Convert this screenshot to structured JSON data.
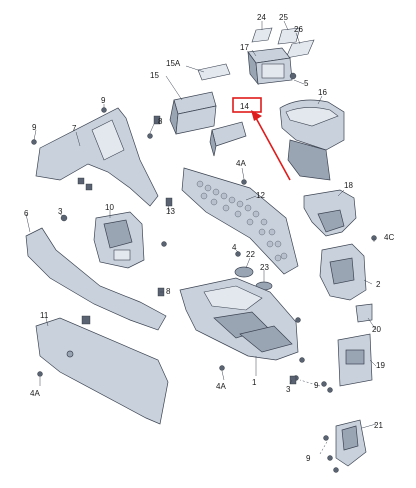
{
  "diagram": {
    "callouts": [
      {
        "id": "c24",
        "text": "24"
      },
      {
        "id": "c25",
        "text": "25"
      },
      {
        "id": "c17",
        "text": "17"
      },
      {
        "id": "c26",
        "text": "26"
      },
      {
        "id": "c15a",
        "text": "15A"
      },
      {
        "id": "c15",
        "text": "15"
      },
      {
        "id": "c5",
        "text": "5"
      },
      {
        "id": "c16",
        "text": "16"
      },
      {
        "id": "c14",
        "text": "14"
      },
      {
        "id": "c9a",
        "text": "9"
      },
      {
        "id": "c9b",
        "text": "9"
      },
      {
        "id": "c7",
        "text": "7"
      },
      {
        "id": "c8a",
        "text": "8"
      },
      {
        "id": "c4a",
        "text": "4A"
      },
      {
        "id": "c12",
        "text": "12"
      },
      {
        "id": "c18",
        "text": "18"
      },
      {
        "id": "c13",
        "text": "13"
      },
      {
        "id": "c6",
        "text": "6"
      },
      {
        "id": "c3",
        "text": "3"
      },
      {
        "id": "c10",
        "text": "10"
      },
      {
        "id": "c4c",
        "text": "4C"
      },
      {
        "id": "c4b",
        "text": "4"
      },
      {
        "id": "c22",
        "text": "22"
      },
      {
        "id": "c23",
        "text": "23"
      },
      {
        "id": "c2",
        "text": "2"
      },
      {
        "id": "c8b",
        "text": "8"
      },
      {
        "id": "c11",
        "text": "11"
      },
      {
        "id": "c20",
        "text": "20"
      },
      {
        "id": "c19",
        "text": "19"
      },
      {
        "id": "c9c",
        "text": "9"
      },
      {
        "id": "c4d",
        "text": "4A"
      },
      {
        "id": "c4e",
        "text": "4A"
      },
      {
        "id": "c1",
        "text": "1"
      },
      {
        "id": "c3b",
        "text": "3"
      },
      {
        "id": "c21",
        "text": "21"
      },
      {
        "id": "c9d",
        "text": "9"
      }
    ],
    "highlight": {
      "label": "14",
      "color": "#e01b1b"
    },
    "colors": {
      "part_fill": "#c9d1dc",
      "outline": "#3c4452",
      "arrow": "#e01b1b"
    }
  }
}
